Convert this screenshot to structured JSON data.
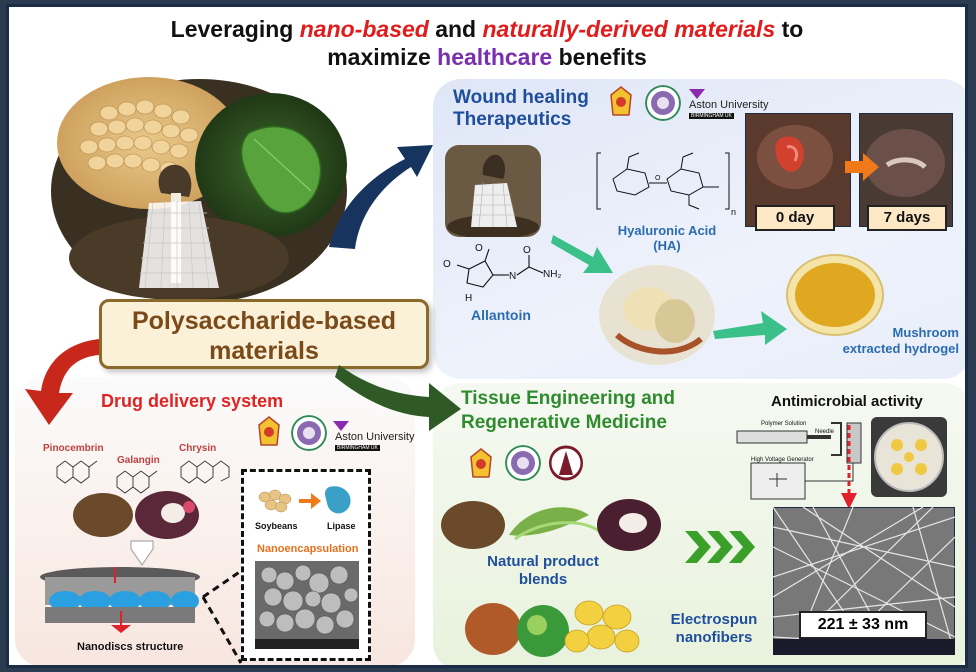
{
  "title": {
    "part1": "Leveraging ",
    "part2": "nano-based",
    "part3": " and ",
    "part4": "naturally-derived materials",
    "part5": " to",
    "line2a": "maximize ",
    "line2b": "healthcare",
    "line2c": " benefits"
  },
  "center": {
    "box_label": "Polysaccharide-based materials"
  },
  "wound": {
    "heading_line1": "Wound healing",
    "heading_line2": "Therapeutics",
    "ha_label_line1": "Hyaluronic  Acid",
    "ha_label_line2": "(HA)",
    "allantoin_label": "Allantoin",
    "hydrogel_line1": "Mushroom",
    "hydrogel_line2": "extracted  hydrogel",
    "day0": "0 day",
    "day7": "7 days",
    "aston": "Aston University",
    "aston_sub": "BIRMINGHAM UK"
  },
  "drug": {
    "heading": "Drug delivery system",
    "pinocembrin": "Pinocembrin",
    "galangin": "Galangin",
    "chrysin": "Chrysin",
    "nanodiscs": "Nanodiscs structure",
    "soybeans": "Soybeans",
    "lipase": "Lipase",
    "nanoenc": "Nanoencapsulation",
    "aston": "Aston University",
    "aston_sub": "BIRMINGHAM UK"
  },
  "tissue": {
    "heading_line1": "Tissue Engineering and",
    "heading_line2": "Regenerative Medicine",
    "antimicrobial": "Antimicrobial activity",
    "blends_line1": "Natural product",
    "blends_line2": "blends",
    "electro_line1": "Electrospun",
    "electro_line2": "nanofibers",
    "fiber_size": "221 ± 33 nm",
    "polymer_solution": "Polymer Solution",
    "needle": "Needle",
    "hv": "High Voltage Generator"
  },
  "chem": {
    "ha_n": "n",
    "nh2": "NH",
    "nh2_sub": "2",
    "h1": "H",
    "n1": "N",
    "o": "O"
  },
  "colors": {
    "title_red": "#e11c1c",
    "title_purple": "#7a2fb0",
    "wound_blue": "#1f4e9c",
    "drug_red": "#e02424",
    "tissue_green": "#2e8b2e"
  }
}
